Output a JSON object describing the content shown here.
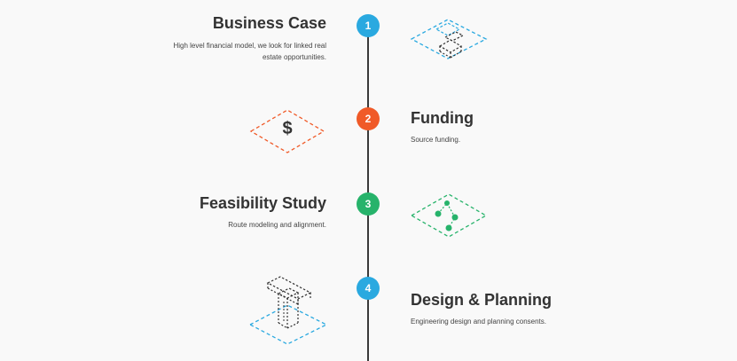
{
  "steps": [
    {
      "number": "1",
      "title": "Business Case",
      "description": "High level financial model, we look for linked real estate opportunities.",
      "color": "#2aa9e0",
      "icon": "property-blocks-icon"
    },
    {
      "number": "2",
      "title": "Funding",
      "description": "Source funding.",
      "color": "#f05a28",
      "icon": "dollar-diamond-icon",
      "symbol": "$"
    },
    {
      "number": "3",
      "title": "Feasibility Study",
      "description": "Route modeling and alignment.",
      "color": "#27b36b",
      "icon": "route-nodes-icon"
    },
    {
      "number": "4",
      "title": "Design & Planning",
      "description": "Engineering design and planning consents.",
      "color": "#2aa9e0",
      "icon": "isometric-building-icon"
    }
  ]
}
